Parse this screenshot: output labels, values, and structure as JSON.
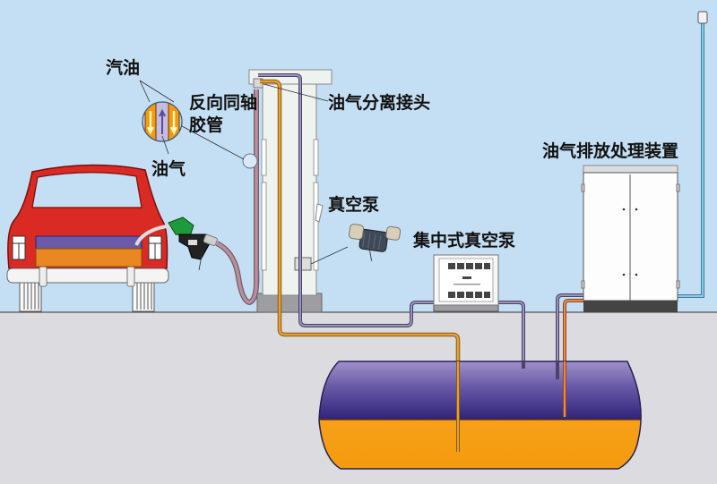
{
  "diagram": {
    "title": "加油站油气回收系统示意图",
    "labels": {
      "gasoline": "汽油",
      "coaxial_hose_line1": "反向同轴",
      "coaxial_hose_line2": "胶管",
      "vapor": "油气",
      "vapor_separation_joint": "油气分离接头",
      "vacuum_pump": "真空泵",
      "central_vacuum_pump": "集中式真空泵",
      "vapor_treatment_unit": "油气排放处理装置"
    },
    "components": [
      {
        "id": "car",
        "name": "汽车"
      },
      {
        "id": "nozzle",
        "name": "加油枪"
      },
      {
        "id": "dispenser",
        "name": "加油机"
      },
      {
        "id": "vacuum-pump",
        "name": "真空泵"
      },
      {
        "id": "central-vacuum-pump",
        "name": "集中式真空泵"
      },
      {
        "id": "treatment-unit",
        "name": "油气排放处理装置"
      },
      {
        "id": "vent-pipe",
        "name": "排气管"
      },
      {
        "id": "underground-tank",
        "name": "地下储油罐"
      }
    ],
    "colors": {
      "sky": "#c4def3",
      "ground": "#dcdbdf",
      "gasoline": "#f39a10",
      "vapor": "#4a3a8c",
      "car_body": "#d92a24",
      "nozzle_green": "#1f9a3a",
      "hose": "#a57c8a",
      "fuel_pipe": "#d9902a",
      "vapor_pipe": "#7a7090",
      "vent_pipe": "#6fb6d8"
    }
  }
}
